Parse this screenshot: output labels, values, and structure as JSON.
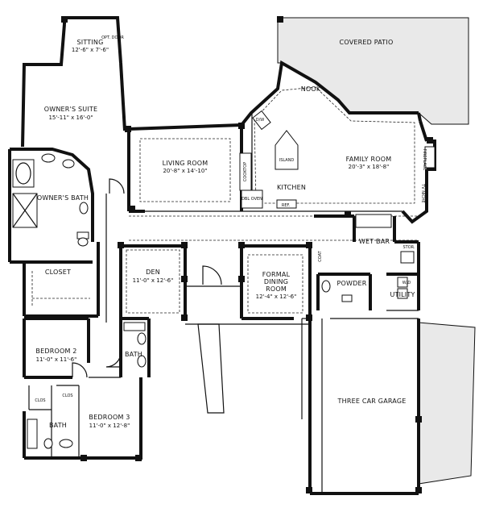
{
  "rooms": {
    "sitting": {
      "name": "SITTING",
      "dim": "12'-6\" x 7'-6\""
    },
    "opt_door": {
      "name": "OPT. DOOR"
    },
    "owners_suite": {
      "name": "OWNER'S SUITE",
      "dim": "15'-11\" x 16'-0\""
    },
    "owners_bath": {
      "name": "OWNER'S BATH"
    },
    "closet": {
      "name": "CLOSET"
    },
    "living_room": {
      "name": "LIVING ROOM",
      "dim": "20'-8\" x 14'-10\""
    },
    "covered_patio": {
      "name": "COVERED PATIO"
    },
    "nook": {
      "name": "NOOK"
    },
    "island": {
      "name": "ISLAND"
    },
    "kitchen": {
      "name": "KITCHEN"
    },
    "family_room": {
      "name": "FAMILY ROOM",
      "dim": "20'-3\" x 18'-8\""
    },
    "fireplace": {
      "name": "FIREPLACE"
    },
    "tv_niche": {
      "name": "TV NICHE"
    },
    "dw": {
      "name": "D/W"
    },
    "ref": {
      "name": "REF."
    },
    "cooktop": {
      "name": "COOKTOP"
    },
    "dbl_oven": {
      "name": "DBL OVEN"
    },
    "wet_bar": {
      "name": "WET BAR"
    },
    "stor": {
      "name": "STOR."
    },
    "coat": {
      "name": "COAT"
    },
    "powder": {
      "name": "POWDER"
    },
    "utility": {
      "name": "UTILITY"
    },
    "wd": {
      "name": "W/D"
    },
    "den": {
      "name": "DEN",
      "dim": "11'-0\" x 12'-6\""
    },
    "formal_dining": {
      "name": "FORMAL DINING ROOM",
      "line1": "FORMAL",
      "line2": "DINING",
      "line3": "ROOM",
      "dim": "12'-4\" x 12'-6\""
    },
    "bedroom2": {
      "name": "BEDROOM 2",
      "dim": "11'-0\" x 11'-6\""
    },
    "bath_hall": {
      "name": "BATH"
    },
    "bedroom3": {
      "name": "BEDROOM 3",
      "dim": "11'-0\" x 12'-8\""
    },
    "clos_left": {
      "name": "CLOS"
    },
    "clos_right": {
      "name": "CLOS"
    },
    "bath_bed3": {
      "name": "BATH"
    },
    "garage": {
      "name": "THREE CAR GARAGE"
    }
  }
}
